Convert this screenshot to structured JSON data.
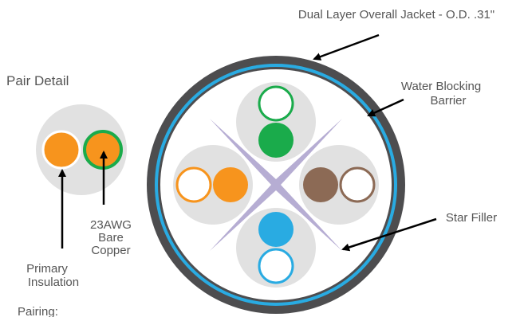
{
  "labels": {
    "jacket": "Dual Layer Overall Jacket - O.D. .31\"",
    "pair_detail": "Pair Detail",
    "water_blocking_line1": "Water Blocking",
    "water_blocking_line2": "Barrier",
    "star_filler": "Star Filler",
    "conductor_line1": "23AWG",
    "conductor_line2": "Bare",
    "conductor_line3": "Copper",
    "insulation_line1": "Primary",
    "insulation_line2": "Insulation",
    "pairing": "Pairing:"
  },
  "colors": {
    "jacket_outer": "#4d4d4f",
    "jacket_inner": "#29abe2",
    "pair_background": "#e1e1e1",
    "star_filler": "#b6add3",
    "green": "#1aab4b",
    "orange": "#f7941d",
    "brown": "#8c6a55",
    "blue": "#29abe2",
    "arrow": "#000000"
  },
  "pairs": [
    {
      "name": "green",
      "solid_color": "#1aab4b",
      "stripe_color": "#1aab4b"
    },
    {
      "name": "orange",
      "solid_color": "#f7941d",
      "stripe_color": "#f7941d"
    },
    {
      "name": "brown",
      "solid_color": "#8c6a55",
      "stripe_color": "#8c6a55"
    },
    {
      "name": "blue",
      "solid_color": "#29abe2",
      "stripe_color": "#29abe2"
    }
  ]
}
